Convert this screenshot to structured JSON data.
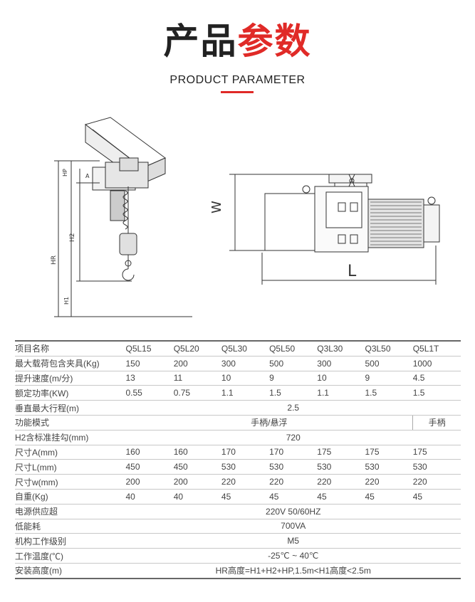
{
  "header": {
    "title_part1": "产品",
    "title_part2": "参数",
    "subtitle": "PRODUCT PARAMETER"
  },
  "drawing": {
    "side_labels": [
      "HP",
      "A",
      "H2",
      "HR",
      "H1"
    ],
    "front_labels": [
      "W",
      "L"
    ]
  },
  "table": {
    "rows": [
      {
        "label": "项目名称",
        "values": [
          "Q5L15",
          "Q5L20",
          "Q5L30",
          "Q5L50",
          "Q3L30",
          "Q3L50",
          "Q5L1T"
        ]
      },
      {
        "label": "最大载荷包含夹具(Kg)",
        "values": [
          "150",
          "200",
          "300",
          "500",
          "300",
          "500",
          "1000"
        ]
      },
      {
        "label": "提升速度(m/分)",
        "values": [
          "13",
          "11",
          "10",
          "9",
          "10",
          "9",
          "4.5"
        ]
      },
      {
        "label": "额定功率(KW)",
        "values": [
          "0.55",
          "0.75",
          "1.1",
          "1.5",
          "1.1",
          "1.5",
          "1.5"
        ]
      },
      {
        "label": "垂直最大行程(m)",
        "span": "2.5"
      },
      {
        "label": "功能模式",
        "span6": "手柄/悬浮",
        "last": "手柄"
      },
      {
        "label": "H2含标准挂勾(mm)",
        "span": "720"
      },
      {
        "label": "尺寸A(mm)",
        "values": [
          "160",
          "160",
          "170",
          "170",
          "175",
          "175",
          "175"
        ]
      },
      {
        "label": "尺寸L(mm)",
        "values": [
          "450",
          "450",
          "530",
          "530",
          "530",
          "530",
          "530"
        ]
      },
      {
        "label": "尺寸w(mm)",
        "values": [
          "200",
          "200",
          "220",
          "220",
          "220",
          "220",
          "220"
        ]
      },
      {
        "label": "自重(Kg)",
        "values": [
          "40",
          "40",
          "45",
          "45",
          "45",
          "45",
          "45"
        ]
      },
      {
        "label": "电源供应超",
        "span": "220V 50/60HZ"
      },
      {
        "label": "低能耗",
        "span": "700VA"
      },
      {
        "label": "机构工作级别",
        "span": "M5"
      },
      {
        "label": "工作温度(℃)",
        "span": "-25℃ ~ 40℃"
      },
      {
        "label": "安装高度(m)",
        "span": "HR高度=H1+H2+HP,1.5m<H1高度<2.5m"
      }
    ]
  }
}
